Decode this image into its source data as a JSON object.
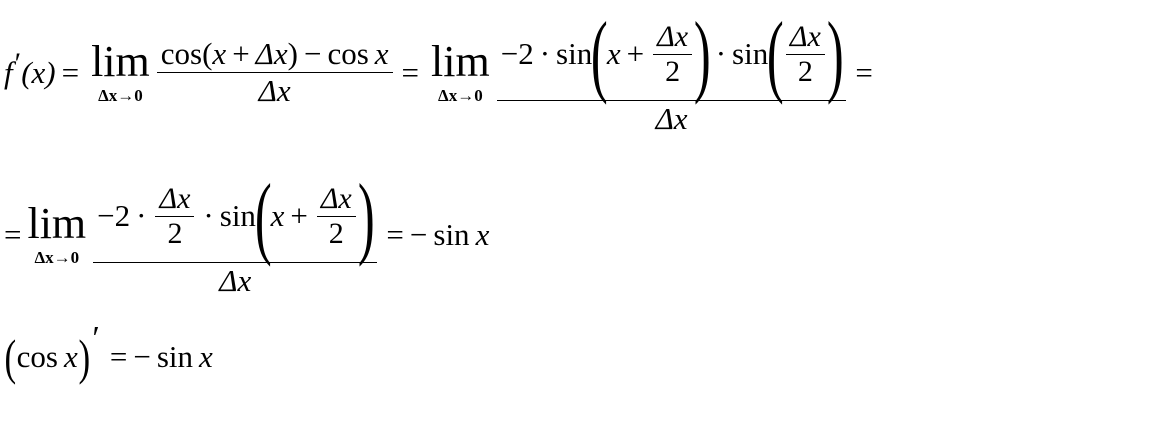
{
  "line1": {
    "lhs_f": "f",
    "lhs_prime": "′",
    "lhs_arg": "(x)",
    "eq": "=",
    "lim1": {
      "word": "lim",
      "sub": "Δx→0"
    },
    "frac1": {
      "num": {
        "cos1": "cos(",
        "x1": "x",
        "plus": "+",
        "dx": "Δx",
        "close": ")",
        "minus": "−",
        "cos2": "cos",
        "x2": "x"
      },
      "den": "Δx"
    },
    "eq2": "=",
    "lim2": {
      "word": "lim",
      "sub": "Δx→0"
    },
    "frac2": {
      "num": {
        "minus2": "−2",
        "dot1": "·",
        "sin1": "sin",
        "x": "x",
        "plus": "+",
        "dx_num": "Δx",
        "two": "2",
        "dot2": "·",
        "sin2": "sin",
        "dx_num2": "Δx",
        "two2": "2"
      },
      "den": "Δx"
    },
    "eq3": "="
  },
  "line2": {
    "eq": "=",
    "lim": {
      "word": "lim",
      "sub": "Δx→0"
    },
    "frac": {
      "num": {
        "minus2": "−2",
        "dot1": "·",
        "dx_num": "Δx",
        "two": "2",
        "dot2": "·",
        "sin": "sin",
        "x": "x",
        "plus": "+",
        "dx_num2": "Δx",
        "two2": "2"
      },
      "den": "Δx"
    },
    "eq2": "=",
    "result": {
      "minus": "−",
      "sin": "sin",
      "x": "x"
    }
  },
  "line3": {
    "open": "(",
    "cos": "cos",
    "x": "x",
    "close": ")",
    "prime": "′",
    "eq": "=",
    "result": {
      "minus": "−",
      "sin": "sin",
      "x": "x"
    }
  }
}
